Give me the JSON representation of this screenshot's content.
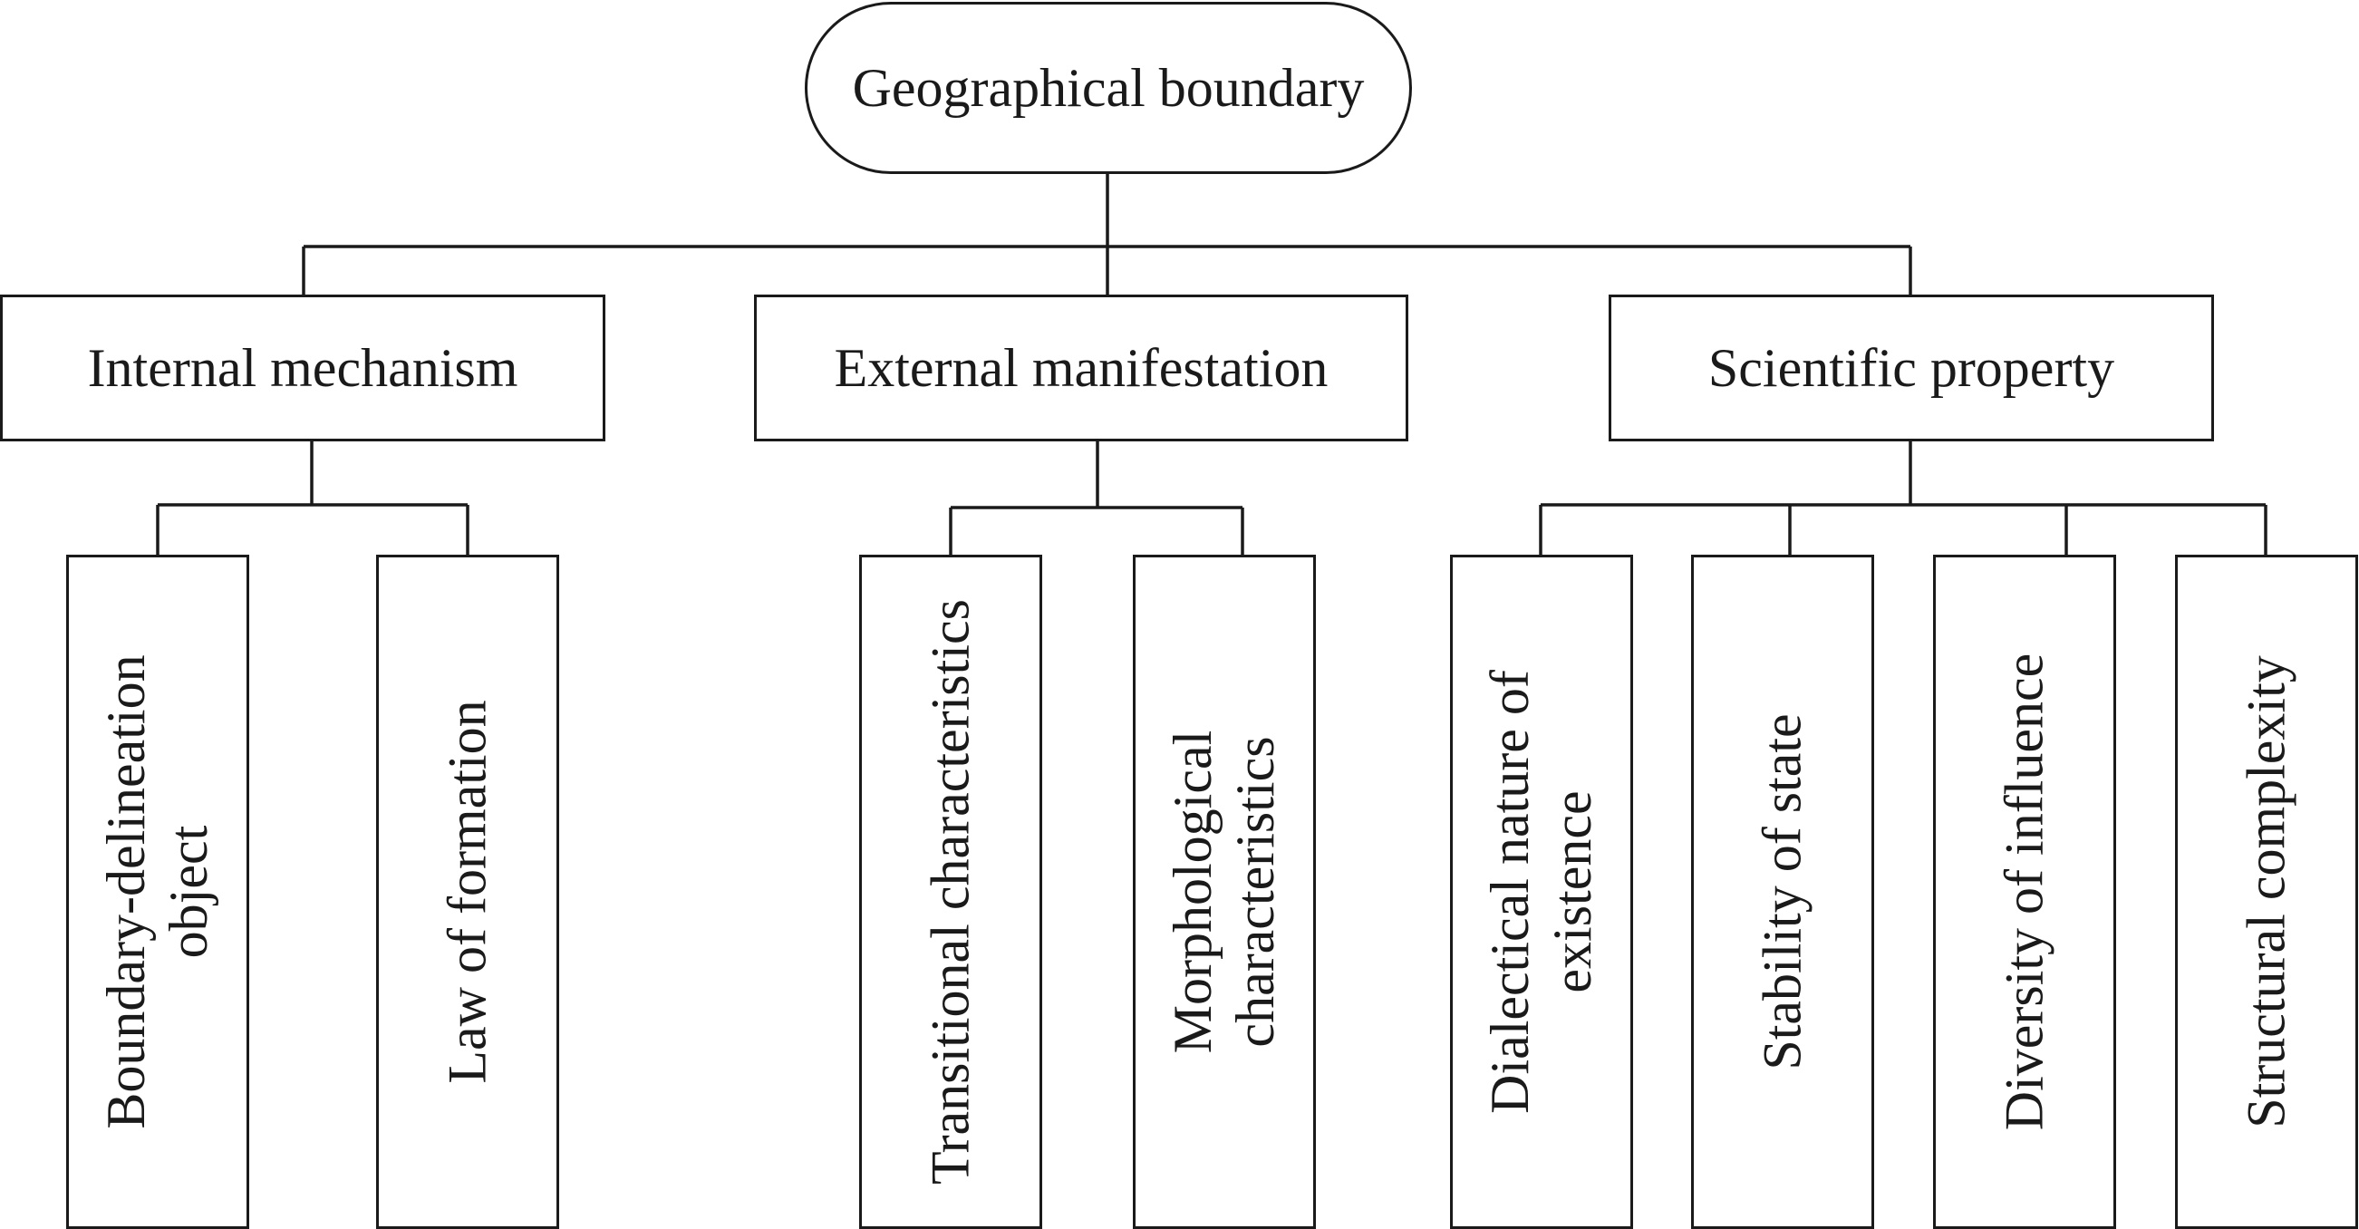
{
  "root": {
    "label": "Geographical boundary"
  },
  "categories": [
    {
      "label": "Internal mechanism",
      "children": [
        {
          "label": "Boundary-delineation\nobject"
        },
        {
          "label": "Law of formation"
        }
      ]
    },
    {
      "label": "External manifestation",
      "children": [
        {
          "label": "Transitional characteristics"
        },
        {
          "label": "Morphological\ncharacteristics"
        }
      ]
    },
    {
      "label": "Scientific property",
      "children": [
        {
          "label": "Dialectical nature of\nexistence"
        },
        {
          "label": "Stability of state"
        },
        {
          "label": "Diversity of influence"
        },
        {
          "label": "Structural complexity"
        }
      ]
    }
  ],
  "colors": {
    "stroke": "#1a1a1a",
    "background": "#ffffff"
  }
}
